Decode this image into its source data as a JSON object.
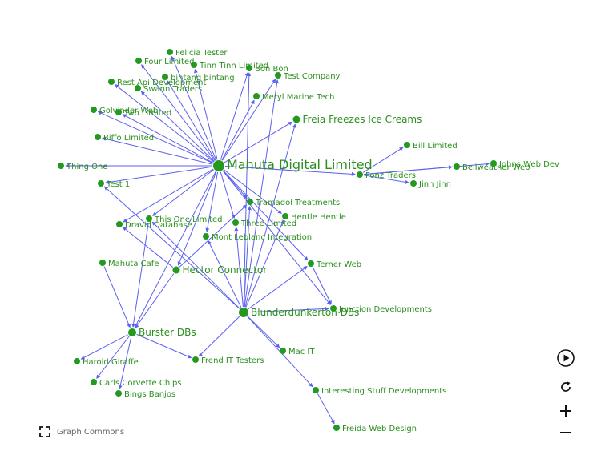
{
  "graph": {
    "edge_color": "#5c5ff0",
    "node_color": "#239a1e",
    "label_color": "#2a8f1e",
    "nodes": [
      {
        "id": "mahuta",
        "label": "Mahuta Digital Limited"
      },
      {
        "id": "blunder",
        "label": "Blunderdunkerton DBs"
      },
      {
        "id": "burster",
        "label": "Burster DBs"
      },
      {
        "id": "fonz",
        "label": "Fonz Traders"
      },
      {
        "id": "hector",
        "label": "Hector Connector"
      },
      {
        "id": "freia",
        "label": "Freia Freezes Ice Creams"
      },
      {
        "id": "felicia",
        "label": "Felicia Tester"
      },
      {
        "id": "four",
        "label": "Four Limited"
      },
      {
        "id": "tinn",
        "label": "Tinn Tinn Limited"
      },
      {
        "id": "bonbon",
        "label": "Bon Bon"
      },
      {
        "id": "bintang",
        "label": "bintang bintang"
      },
      {
        "id": "testco",
        "label": "Test Company"
      },
      {
        "id": "restapi",
        "label": "Rest Api Development"
      },
      {
        "id": "swann",
        "label": "Swann Traders"
      },
      {
        "id": "meryl",
        "label": "Meryl Marine Tech"
      },
      {
        "id": "golvinder",
        "label": "Golvinder Web"
      },
      {
        "id": "two",
        "label": "Two Limited"
      },
      {
        "id": "biffo",
        "label": "Biffo Limited"
      },
      {
        "id": "bill",
        "label": "Bill Limited"
      },
      {
        "id": "thingone",
        "label": "Thing One"
      },
      {
        "id": "bellweather",
        "label": "Bellweather Web"
      },
      {
        "id": "johns",
        "label": "Johns Web Dev"
      },
      {
        "id": "test1",
        "label": "Test 1"
      },
      {
        "id": "jinn",
        "label": "Jinn Jinn"
      },
      {
        "id": "tramadol",
        "label": "Tramadol Treatments"
      },
      {
        "id": "hentle",
        "label": "Hentle Hentle"
      },
      {
        "id": "thislimited",
        "label": "This One Limited"
      },
      {
        "id": "dravid",
        "label": "Dravid Database"
      },
      {
        "id": "threelimited",
        "label": "Three Limited"
      },
      {
        "id": "montleblanc",
        "label": "Mont Leblanc Integration"
      },
      {
        "id": "mahutacafe",
        "label": "Mahuta Cafe"
      },
      {
        "id": "terner",
        "label": "Terner Web"
      },
      {
        "id": "junction",
        "label": "Junction Developments"
      },
      {
        "id": "macit",
        "label": "Mac IT"
      },
      {
        "id": "harold",
        "label": "Harold Giraffe"
      },
      {
        "id": "frend",
        "label": "Frend IT Testers"
      },
      {
        "id": "carls",
        "label": "Carls Corvette Chips"
      },
      {
        "id": "bings",
        "label": "Bings Banjos"
      },
      {
        "id": "interesting",
        "label": "Interesting Stuff Developments"
      },
      {
        "id": "freida",
        "label": "Freida Web Design"
      }
    ],
    "edges": [
      [
        "mahuta",
        "felicia"
      ],
      [
        "mahuta",
        "four"
      ],
      [
        "mahuta",
        "tinn"
      ],
      [
        "mahuta",
        "bonbon"
      ],
      [
        "mahuta",
        "bintang"
      ],
      [
        "mahuta",
        "testco"
      ],
      [
        "mahuta",
        "restapi"
      ],
      [
        "mahuta",
        "swann"
      ],
      [
        "mahuta",
        "meryl"
      ],
      [
        "mahuta",
        "golvinder"
      ],
      [
        "mahuta",
        "two"
      ],
      [
        "mahuta",
        "biffo"
      ],
      [
        "mahuta",
        "freia"
      ],
      [
        "mahuta",
        "thingone"
      ],
      [
        "mahuta",
        "test1"
      ],
      [
        "mahuta",
        "fonz"
      ],
      [
        "mahuta",
        "tramadol"
      ],
      [
        "mahuta",
        "hentle"
      ],
      [
        "mahuta",
        "thislimited"
      ],
      [
        "mahuta",
        "dravid"
      ],
      [
        "mahuta",
        "threelimited"
      ],
      [
        "mahuta",
        "montleblanc"
      ],
      [
        "mahuta",
        "terner"
      ],
      [
        "mahuta",
        "junction"
      ],
      [
        "mahuta",
        "burster"
      ],
      [
        "mahuta",
        "hector"
      ],
      [
        "fonz",
        "bill"
      ],
      [
        "fonz",
        "bellweather"
      ],
      [
        "fonz",
        "jinn"
      ],
      [
        "fonz",
        "johns"
      ],
      [
        "blunder",
        "freia"
      ],
      [
        "blunder",
        "bonbon"
      ],
      [
        "blunder",
        "testco"
      ],
      [
        "blunder",
        "tramadol"
      ],
      [
        "blunder",
        "hentle"
      ],
      [
        "blunder",
        "threelimited"
      ],
      [
        "blunder",
        "montleblanc"
      ],
      [
        "blunder",
        "terner"
      ],
      [
        "blunder",
        "junction"
      ],
      [
        "blunder",
        "macit"
      ],
      [
        "blunder",
        "interesting"
      ],
      [
        "blunder",
        "thislimited"
      ],
      [
        "blunder",
        "frend"
      ],
      [
        "blunder",
        "test1"
      ],
      [
        "hector",
        "dravid"
      ],
      [
        "hector",
        "burster"
      ],
      [
        "hector",
        "tramadol"
      ],
      [
        "terner",
        "junction"
      ],
      [
        "interesting",
        "freida"
      ],
      [
        "mahutacafe",
        "burster"
      ],
      [
        "thislimited",
        "burster"
      ],
      [
        "burster",
        "harold"
      ],
      [
        "burster",
        "frend"
      ],
      [
        "burster",
        "carls"
      ],
      [
        "burster",
        "bings"
      ]
    ]
  },
  "controls": {
    "play_icon": "play-icon",
    "refresh_icon": "refresh-icon",
    "zoom_in_icon": "plus-icon",
    "zoom_out_icon": "minus-icon"
  },
  "brand": {
    "label": "Graph Commons",
    "icon": "fullscreen-icon"
  }
}
